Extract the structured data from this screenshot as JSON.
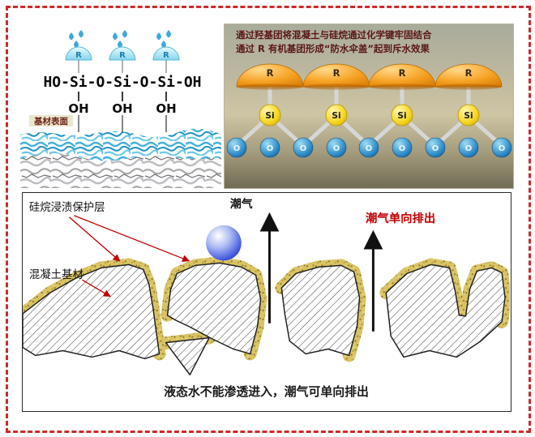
{
  "frame": {
    "border_color": "#cc2a2a"
  },
  "top_left": {
    "r_labels": [
      "R",
      "R",
      "R"
    ],
    "formula": "HO-Si-O-Si-O-Si-OH",
    "oh_labels": [
      "OH",
      "OH",
      "OH"
    ],
    "surface_label": "基材表面"
  },
  "top_right": {
    "caption_line1": "通过羟基团将混凝土与硅烷通过化学键牢固结合",
    "caption_line2": "通过 R 有机基团形成“防水伞盖”起到斥水效果",
    "r_labels": [
      "R",
      "R",
      "R",
      "R"
    ],
    "si_labels": [
      "Si",
      "Si",
      "Si",
      "Si"
    ],
    "o_labels": [
      "O",
      "O",
      "O",
      "O",
      "O",
      "O",
      "O",
      "O",
      "O"
    ]
  },
  "bottom": {
    "coating_label": "硅烷浸渍保护层",
    "substrate_label": "混凝土基材",
    "moisture_label": "潮气",
    "one_way_label": "潮气单向排出",
    "caption": "液态水不能渗透进入，潮气可单向排出"
  },
  "colors": {
    "accent_red": "#c00000",
    "coating_tan": "#d9c464",
    "o_blue": "#2f8fd0",
    "si_yellow": "#f5d223",
    "dome_orange": "#f49b1e",
    "droplet_blue": "#3fa8dc"
  }
}
